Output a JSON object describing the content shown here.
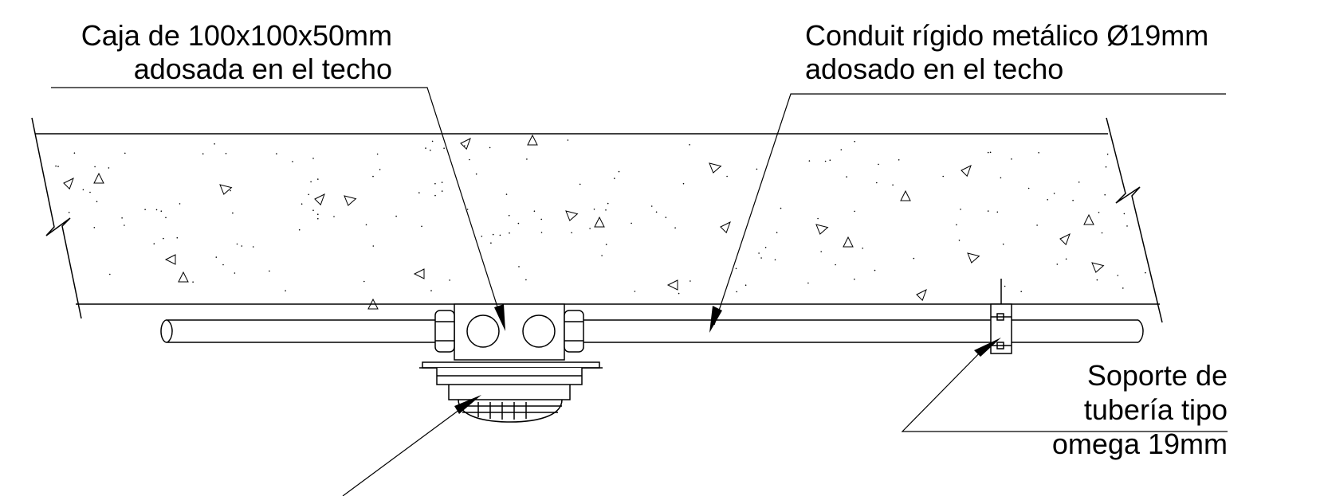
{
  "labels": {
    "box": {
      "line1": "Caja de 100x100x50mm",
      "line2": "adosada en el techo"
    },
    "conduit": {
      "line1": "Conduit rígido metálico Ø19mm",
      "line2": "adosado en el techo"
    },
    "support": {
      "line1": "Soporte de",
      "line2": "tubería tipo",
      "line3": "omega 19mm"
    }
  },
  "colors": {
    "stroke": "#000000",
    "background": "#ffffff",
    "concrete_fill": "#ffffff"
  },
  "components": [
    "concrete-ceiling-slab",
    "junction-box",
    "rigid-metal-conduit",
    "omega-pipe-support",
    "luminaire-fixture"
  ]
}
